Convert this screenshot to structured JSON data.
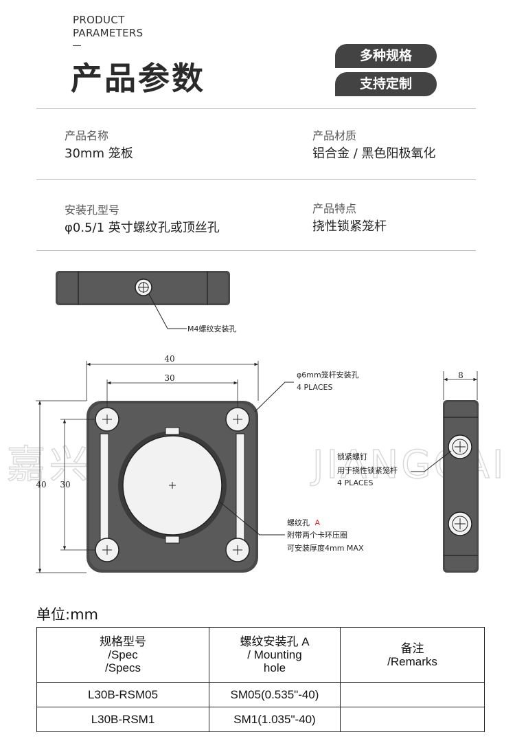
{
  "header": {
    "en_line1": "PRODUCT",
    "en_line2": "PARAMETERS",
    "title": "产品参数",
    "tag1": "多种规格",
    "tag2": "支持定制"
  },
  "params": [
    {
      "label": "产品名称",
      "value": "30mm 笼板"
    },
    {
      "label": "产品材质",
      "value": "铝合金 / 黑色阳极氧化"
    },
    {
      "label": "安装孔型号",
      "value": "φ0.5/1 英寸螺纹孔或顶丝孔"
    },
    {
      "label": "产品特点",
      "value": "挠性锁紧笼杆"
    }
  ],
  "drawing": {
    "top_callout": "M4螺纹安装孔",
    "dim_40_top": "40",
    "dim_30_top": "30",
    "dim_40_left": "40",
    "dim_30_left": "30",
    "dim_8": "8",
    "cage_hole_1": "φ6mm笼杆安装孔",
    "cage_hole_2": "4 PLACES",
    "lock_1": "锁紧螺钉",
    "lock_2": "用于挠性锁紧笼杆",
    "lock_3": "4 PLACES",
    "thread_1": "螺纹孔",
    "thread_a": "A",
    "thread_2": "附带两个卡环压圈",
    "thread_3": "可安装厚度4mm MAX",
    "watermark_cn": "嘉兴匠才精密",
    "watermark_en": "JIANGCAI",
    "accent_color": "#e0262b"
  },
  "unit_label": "单位:mm",
  "table": {
    "headers": [
      [
        "规格型号",
        "/Spec",
        "/Specs"
      ],
      [
        "螺纹安装孔 A",
        "/ Mounting",
        "hole"
      ],
      [
        "备注",
        "/Remarks"
      ]
    ],
    "rows": [
      [
        "L30B-RSM05",
        "SM05(0.535\"-40)",
        ""
      ],
      [
        "L30B-RSM1",
        "SM1(1.035\"-40)",
        ""
      ]
    ]
  }
}
